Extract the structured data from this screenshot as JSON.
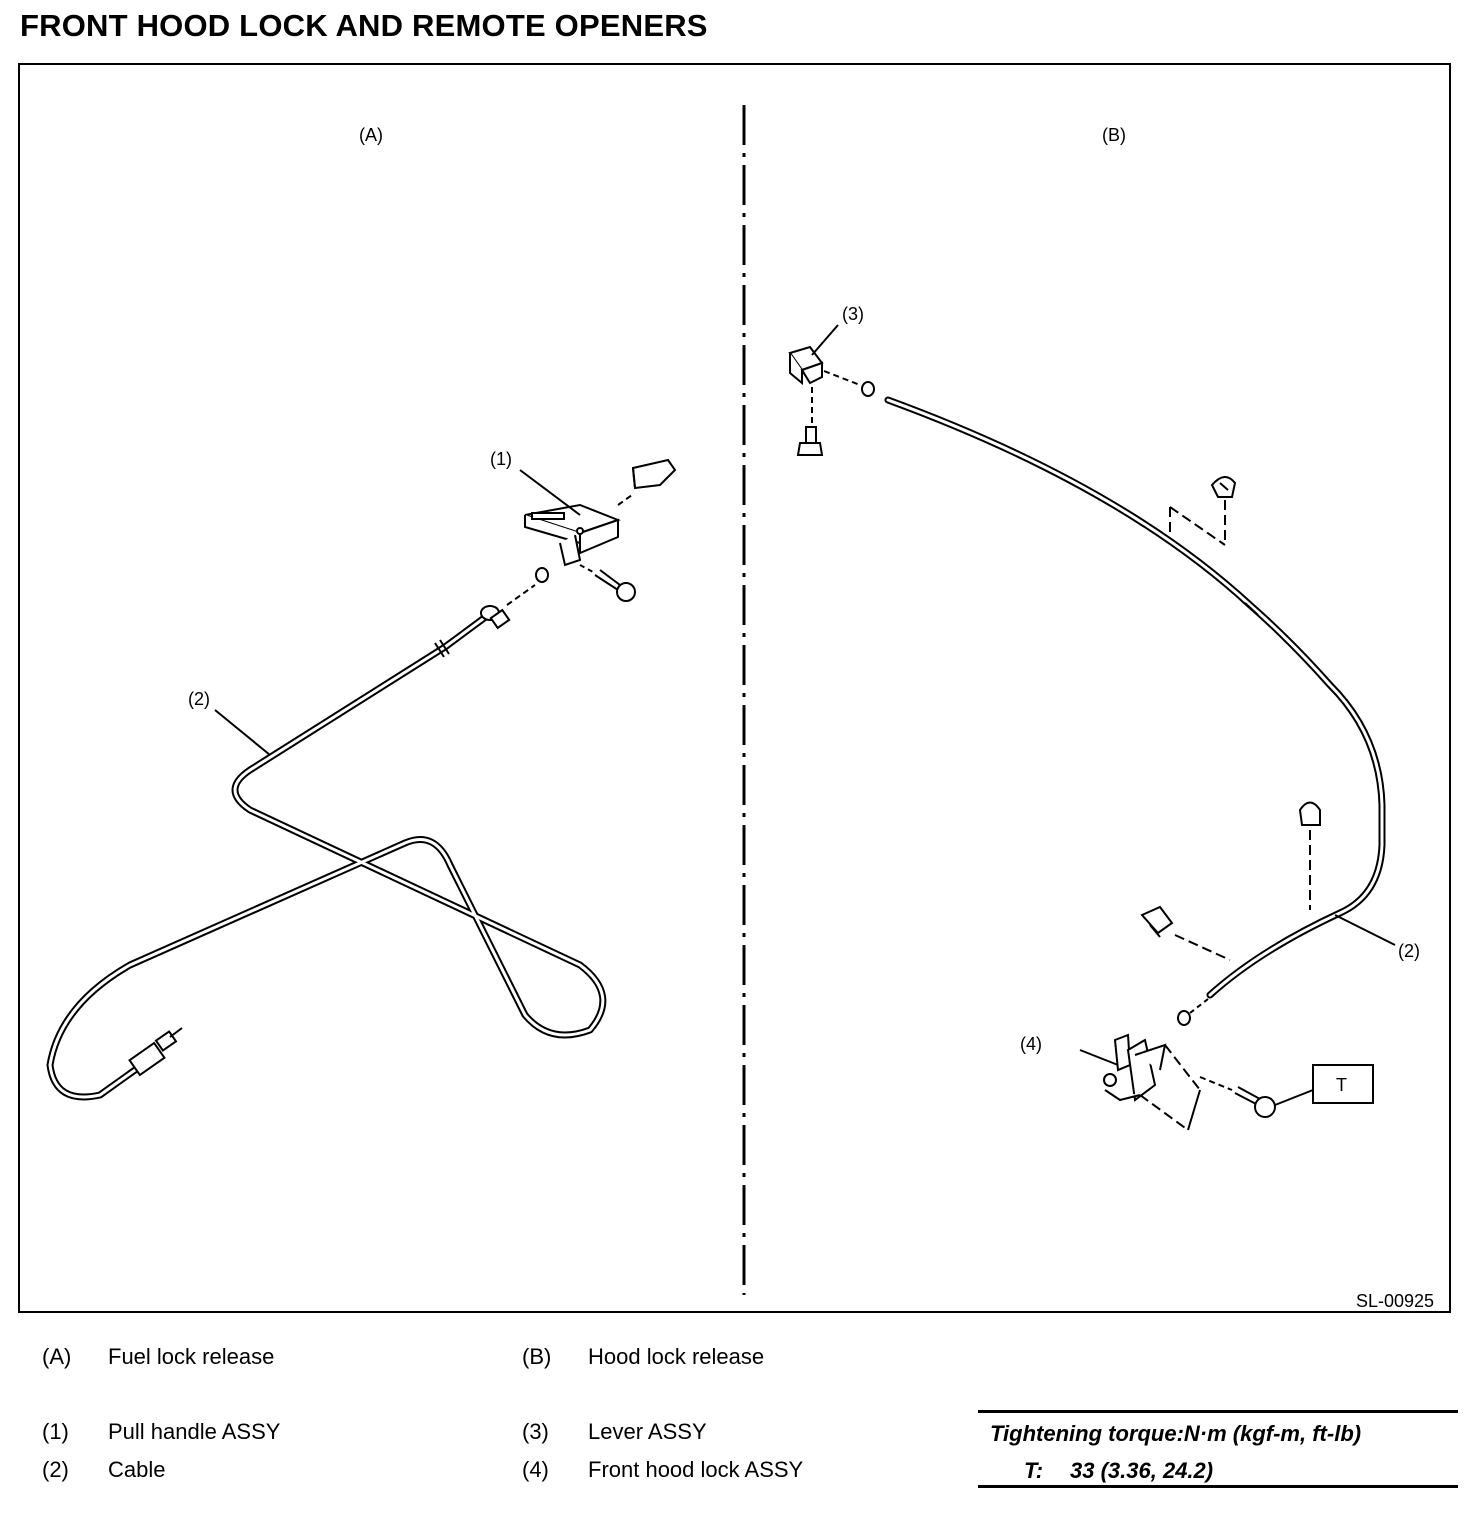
{
  "title": "FRONT HOOD LOCK AND REMOTE OPENERS",
  "figure": {
    "panel_a_label": "(A)",
    "panel_b_label": "(B)",
    "callouts": {
      "a1": "(1)",
      "a2": "(2)",
      "b3": "(3)",
      "b2": "(2)",
      "b4": "(4)",
      "torque_tag": "T"
    },
    "figure_id": "SL-00925"
  },
  "legend": [
    {
      "key": "(A)",
      "text": "Fuel lock release"
    },
    {
      "key": "(B)",
      "text": "Hood lock release"
    },
    {
      "key": "(1)",
      "text": "Pull handle ASSY"
    },
    {
      "key": "(2)",
      "text": "Cable"
    },
    {
      "key": "(3)",
      "text": "Lever ASSY"
    },
    {
      "key": "(4)",
      "text": "Front hood lock ASSY"
    }
  ],
  "torque": {
    "heading": "Tightening torque:N·m (kgf-m, ft-lb)",
    "key": "T:",
    "value": "33 (3.36, 24.2)"
  }
}
